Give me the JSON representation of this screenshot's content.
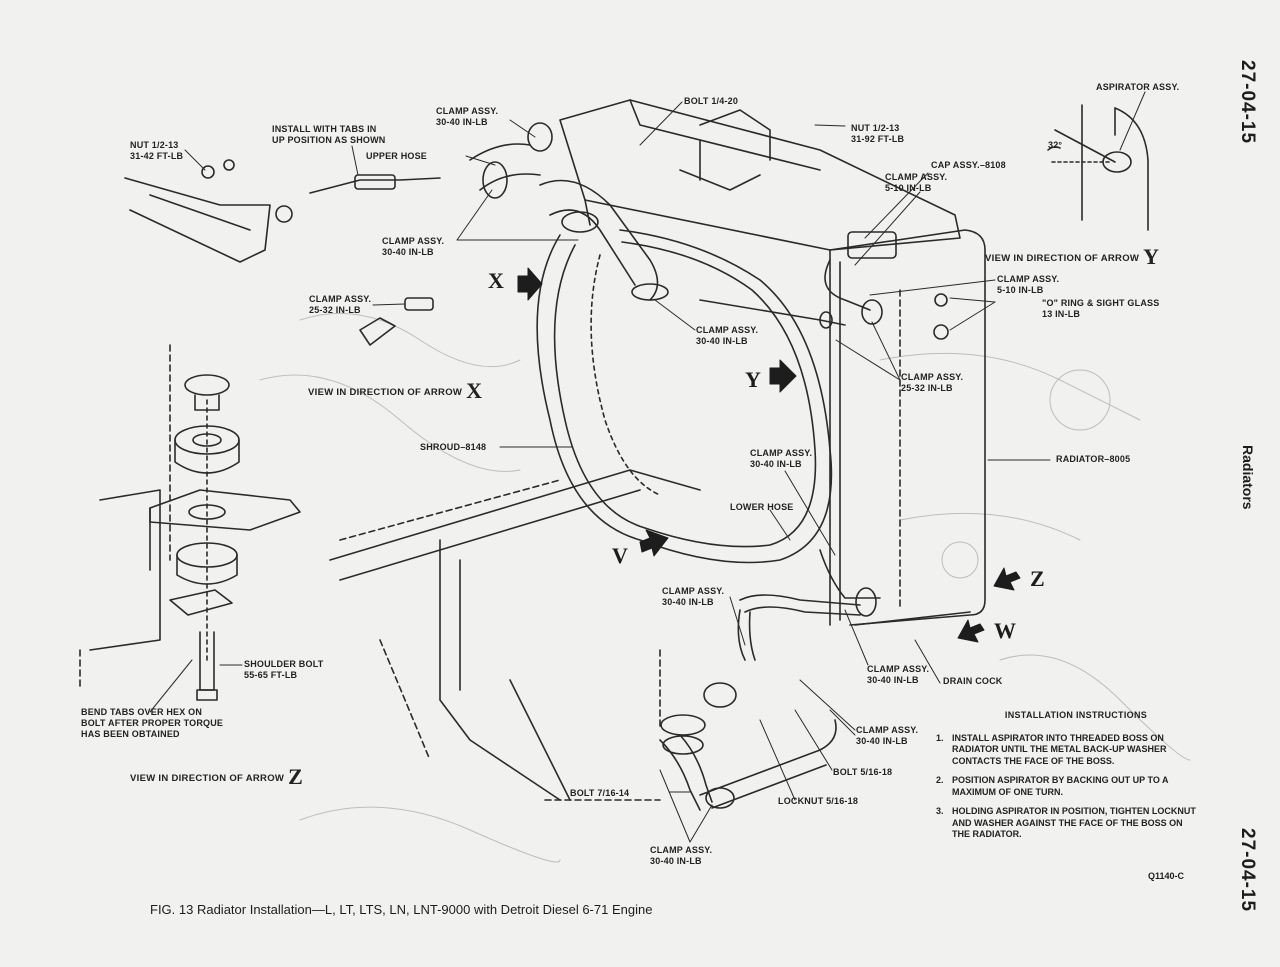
{
  "page": {
    "page_number": "27-04-15",
    "section": "Radiators",
    "figure_code": "Q1140-C",
    "caption": "FIG. 13 Radiator Installation—L, LT, LTS, LN, LNT-9000 with Detroit Diesel 6-71 Engine"
  },
  "labels": {
    "clamp_top": "CLAMP ASSY.\n30-40 IN-LB",
    "bolt_top": "BOLT 1/4-20",
    "nut_right": "NUT 1/2-13\n31-92 FT-LB",
    "aspirator": "ASPIRATOR ASSY.",
    "angle": "32°",
    "nut_left": "NUT 1/2-13\n31-42 FT-LB",
    "install_tabs": "INSTALL WITH TABS IN\nUP POSITION AS SHOWN",
    "upper_hose": "UPPER HOSE",
    "cap_assy": "CAP ASSY.–8108",
    "clamp_cap": "CLAMP ASSY.\n5-10 IN-LB",
    "clamp_left_mid": "CLAMP ASSY.\n30-40 IN-LB",
    "clamp_right_y": "CLAMP ASSY.\n5-10 IN-LB",
    "oring": "\"O\" RING & SIGHT GLASS\n13 IN-LB",
    "clamp_2532_left": "CLAMP ASSY.\n25-32 IN-LB",
    "clamp_center": "CLAMP ASSY.\n30-40 IN-LB",
    "clamp_2532_right": "CLAMP ASSY.\n25-32 IN-LB",
    "shroud": "SHROUD–8148",
    "radiator": "RADIATOR–8005",
    "clamp_lower_hose": "CLAMP ASSY.\n30-40 IN-LB",
    "lower_hose": "LOWER HOSE",
    "clamp_lower_left": "CLAMP ASSY.\n30-40 IN-LB",
    "shoulder_bolt": "SHOULDER BOLT\n55-65 FT-LB",
    "bend_tabs": "BEND TABS OVER HEX ON\nBOLT AFTER PROPER TORQUE\nHAS BEEN OBTAINED",
    "clamp_lower_right": "CLAMP ASSY.\n30-40 IN-LB",
    "drain_cock": "DRAIN COCK",
    "clamp_bottom_right": "CLAMP ASSY.\n30-40 IN-LB",
    "bolt_516": "BOLT 5/16-18",
    "locknut": "LOCKNUT 5/16-18",
    "bolt_716": "BOLT 7/16-14",
    "clamp_bottom": "CLAMP ASSY.\n30-40 IN-LB"
  },
  "views": {
    "y": {
      "text": "VIEW IN DIRECTION OF ARROW",
      "letter": "Y"
    },
    "x": {
      "text": "VIEW IN DIRECTION OF ARROW",
      "letter": "X"
    },
    "z": {
      "text": "VIEW IN DIRECTION OF ARROW",
      "letter": "Z"
    }
  },
  "arrow_letters": {
    "x": "X",
    "y": "Y",
    "v": "V",
    "z": "Z",
    "w": "W"
  },
  "instructions": {
    "title": "INSTALLATION INSTRUCTIONS",
    "steps": [
      {
        "num": "1.",
        "text": "INSTALL ASPIRATOR INTO THREADED BOSS ON RADIATOR UNTIL THE METAL BACK-UP WASHER CONTACTS THE FACE OF THE BOSS."
      },
      {
        "num": "2.",
        "text": "POSITION ASPIRATOR BY BACKING OUT UP TO A MAXIMUM OF ONE TURN."
      },
      {
        "num": "3.",
        "text": "HOLDING ASPIRATOR IN POSITION, TIGHTEN LOCKNUT AND WASHER AGAINST THE FACE OF THE BOSS ON THE RADIATOR."
      }
    ]
  }
}
